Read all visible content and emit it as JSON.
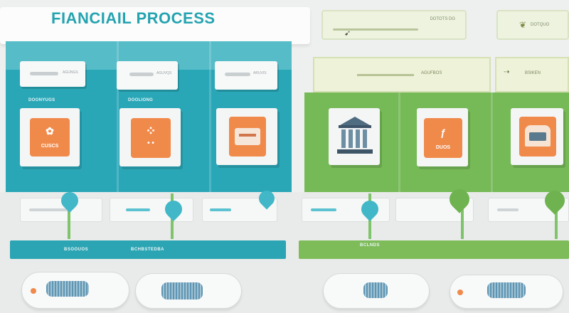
{
  "header": {
    "title": "FIANCIAIL  PROCESS"
  },
  "top_right": {
    "card1_text": "DOTOTS DG",
    "card2_text": "DOTQUO"
  },
  "green_header": {
    "card1_text": "AGUFBOS",
    "card2_text": "BSIKEN"
  },
  "teal_steps": [
    {
      "label_top": "AGUNGS",
      "icon": "money-bag-icon",
      "icon_text": "CUSCS",
      "caption": ""
    },
    {
      "label_top": "AGUVQS",
      "icon": "document-icon",
      "icon_text": "",
      "caption": ""
    },
    {
      "label_top": "ARUVIS",
      "icon": "wallet-icon",
      "icon_text": "",
      "caption": ""
    }
  ],
  "teal_small_labels": [
    "DOONYUGS",
    "DOOLIONG"
  ],
  "green_steps": [
    {
      "icon": "bank-icon",
      "icon_text": ""
    },
    {
      "icon": "invoice-icon",
      "icon_text": "DUOS"
    },
    {
      "icon": "safe-icon",
      "icon_text": ""
    }
  ],
  "flow": {
    "teal_labels": [
      "BSOOUOS",
      "BCHBSTEDBA"
    ],
    "green_labels": [
      "BCLNDS"
    ]
  },
  "colors": {
    "teal": "#2aa7b7",
    "green": "#76b957",
    "orange": "#f08a4b",
    "title": "#25a3b1"
  }
}
